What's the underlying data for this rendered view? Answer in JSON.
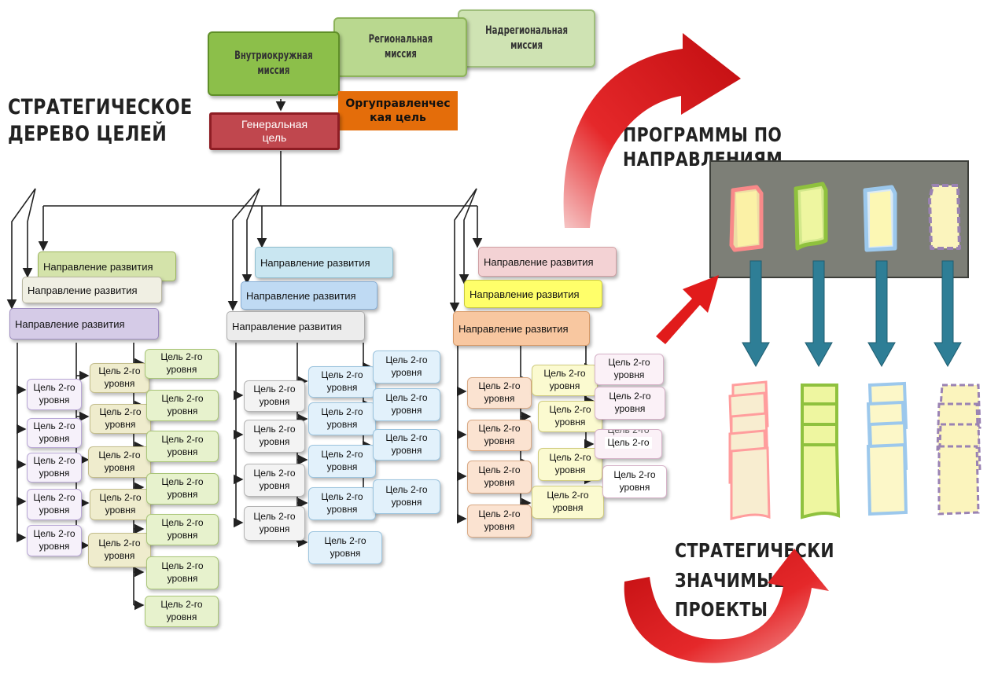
{
  "headings": {
    "tree_title_line1": "СТРАТЕГИЧЕСКОЕ",
    "tree_title_line2": "ДЕРЕВО ЦЕЛЕЙ",
    "programs": "ПРОГРАММЫ ПО НАПРАВЛЕНИЯМ",
    "projects_line1": "СТРАТЕГИЧЕСКИ ЗНАЧИМЫЕ",
    "projects_line2": "ПРОЕКТЫ"
  },
  "missions": {
    "intra_line1": "Внутриокружная",
    "intra_line2": "миссия",
    "regional_line1": "Региональная",
    "regional_line2": "миссия",
    "supra_line1": "Надрегиональная",
    "supra_line2": "миссия"
  },
  "general_goal": {
    "line1": "Генеральная",
    "line2": "цель"
  },
  "org_goal": {
    "line1": "Оргуправленчес",
    "line2": "кая цель"
  },
  "direction_label": "Направление развития",
  "goal_line1": "Цель 2-го",
  "goal_line2": "уровня",
  "goal_partial_top": "Цель 2-го",
  "goal_partial_bottom": "Цель 2-го",
  "colors": {
    "red_arrow": "#e11b1b",
    "teal_arrow": "#2e7e96",
    "general_goal": "#c0474e",
    "org_goal": "#e46d0a",
    "mission_green": "#8cbf4a"
  },
  "icons": [
    "document-pink-icon",
    "document-green-icon",
    "document-blue-icon",
    "document-dashed-icon"
  ]
}
